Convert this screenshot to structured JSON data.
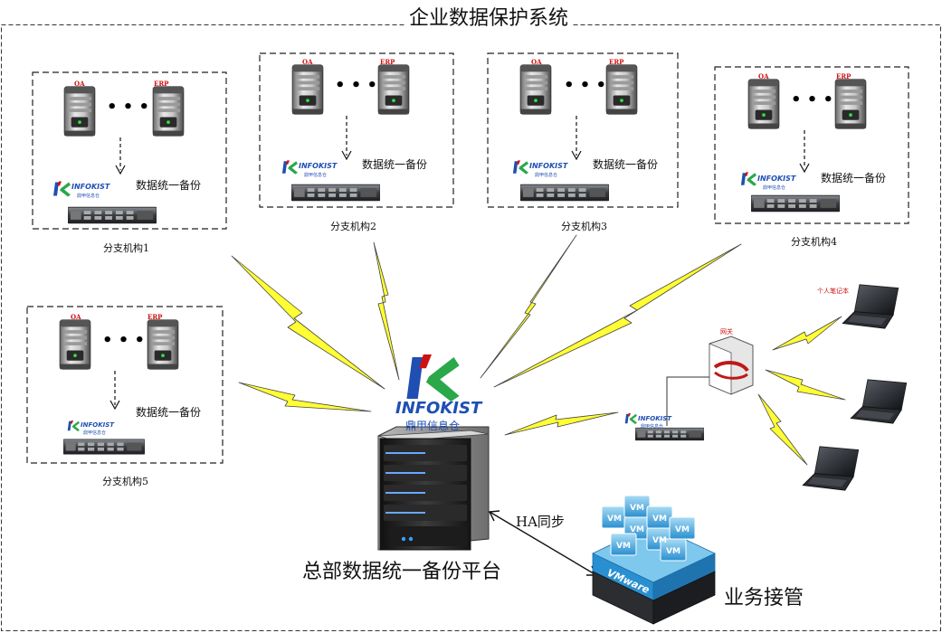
{
  "diagram": {
    "title": "企业数据保护系统",
    "colors": {
      "lightning": "#ffff33",
      "brand_blue": "#1f4fb3",
      "brand_red": "#d01010",
      "label_red": "#d01010"
    },
    "branches": [
      {
        "label": "分支机构1",
        "app_left": "OA",
        "app_right": "ERP",
        "ellipsis": "• • •",
        "backup_label": "数据统一备份",
        "brand": "INFOKIST",
        "brand_cn": "鼎甲信息仓"
      },
      {
        "label": "分支机构2",
        "app_left": "OA",
        "app_right": "ERP",
        "ellipsis": "• • •",
        "backup_label": "数据统一备份",
        "brand": "INFOKIST",
        "brand_cn": "鼎甲信息仓"
      },
      {
        "label": "分支机构3",
        "app_left": "OA",
        "app_right": "ERP",
        "ellipsis": "• • •",
        "backup_label": "数据统一备份",
        "brand": "INFOKIST",
        "brand_cn": "鼎甲信息仓"
      },
      {
        "label": "分支机构4",
        "app_left": "OA",
        "app_right": "ERP",
        "ellipsis": "• • •",
        "backup_label": "数据统一备份",
        "brand": "INFOKIST",
        "brand_cn": "鼎甲信息仓"
      },
      {
        "label": "分支机构5",
        "app_left": "OA",
        "app_right": "ERP",
        "ellipsis": "• • •",
        "backup_label": "数据统一备份",
        "brand": "INFOKIST",
        "brand_cn": "鼎甲信息仓"
      }
    ],
    "hq": {
      "brand": "INFOKIST",
      "brand_cn": "鼎甲信息仓",
      "label": "总部数据统一备份平台"
    },
    "remote": {
      "brand": "INFOKIST",
      "brand_cn": "鼎甲信息仓",
      "gateway_label": "网关",
      "laptop_label": "个人笔记本"
    },
    "ha": {
      "label": "HA同步"
    },
    "takeover": {
      "label": "业务接管",
      "vm_label": "VM",
      "vmware_label": "VMware"
    },
    "icons": {
      "app_server": "tower-server-icon",
      "rack_server": "rack-server-icon",
      "hq_server": "hq-server-icon",
      "gateway": "gateway-icon",
      "laptop": "laptop-icon",
      "vmware": "vmware-stack-icon",
      "logo": "infokist-logo-icon",
      "wireless": "lightning-link-icon"
    }
  }
}
